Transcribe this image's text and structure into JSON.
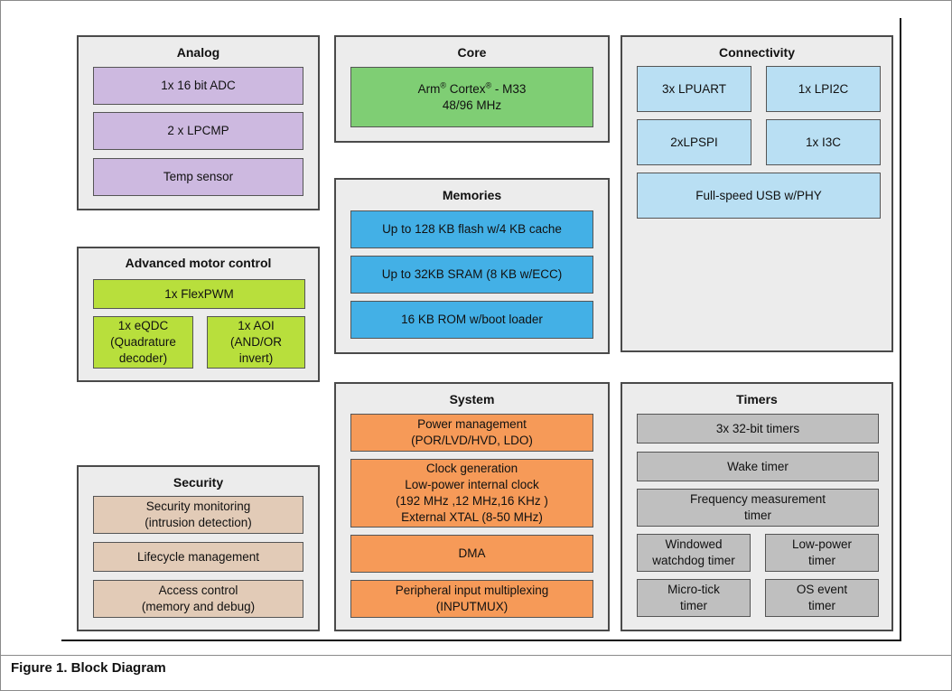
{
  "caption": "Figure 1. Block Diagram",
  "colors": {
    "analog": "#cdb9e0",
    "core": "#7fce74",
    "connectivity": "#b9dff3",
    "memories": "#43b0e6",
    "motor": "#b8df3c",
    "security": "#e2cbb7",
    "system": "#f69a58",
    "timers": "#bfbfbf",
    "panel": "#ececec"
  },
  "analog": {
    "title": "Analog",
    "items": [
      "1x 16 bit ADC",
      "2 x LPCMP",
      "Temp sensor"
    ]
  },
  "core": {
    "title": "Core",
    "cpu_prefix": "Arm",
    "reg_mark": "®",
    "cpu_name": " Cortex",
    "cpu_suffix": " - M33",
    "freq": "48/96 MHz"
  },
  "connectivity": {
    "title": "Connectivity",
    "items": [
      "3x LPUART",
      "1x LPI2C",
      "2xLPSPI",
      "1x I3C",
      "Full-speed USB w/PHY"
    ]
  },
  "memories": {
    "title": "Memories",
    "items": [
      "Up to 128 KB flash w/4 KB cache",
      "Up to 32KB SRAM (8 KB w/ECC)",
      "16 KB ROM w/boot loader"
    ]
  },
  "motor": {
    "title": "Advanced motor control",
    "flexpwm": "1x FlexPWM",
    "eqdc": [
      "1x eQDC",
      "(Quadrature",
      "decoder)"
    ],
    "aoi": [
      "1x AOI",
      "(AND/OR",
      "invert)"
    ]
  },
  "security": {
    "title": "Security",
    "monitoring": [
      "Security monitoring",
      "(intrusion detection)"
    ],
    "lifecycle": "Lifecycle management",
    "access": [
      "Access control",
      "(memory and debug)"
    ]
  },
  "system": {
    "title": "System",
    "power": [
      "Power management",
      "(POR/LVD/HVD, LDO)"
    ],
    "clock": [
      "Clock generation",
      "Low-power internal clock",
      "(192 MHz ,12 MHz,16 KHz )",
      "External XTAL (8-50 MHz)"
    ],
    "dma": "DMA",
    "inputmux": [
      "Peripheral input multiplexing",
      "(INPUTMUX)"
    ]
  },
  "timers": {
    "title": "Timers",
    "t32": "3x 32-bit timers",
    "wake": "Wake timer",
    "freq": [
      "Frequency measurement",
      "timer"
    ],
    "windowed": [
      "Windowed",
      "watchdog timer"
    ],
    "lowpower": [
      "Low-power",
      "timer"
    ],
    "microtick": [
      "Micro-tick",
      "timer"
    ],
    "osevent": [
      "OS event",
      "timer"
    ]
  }
}
